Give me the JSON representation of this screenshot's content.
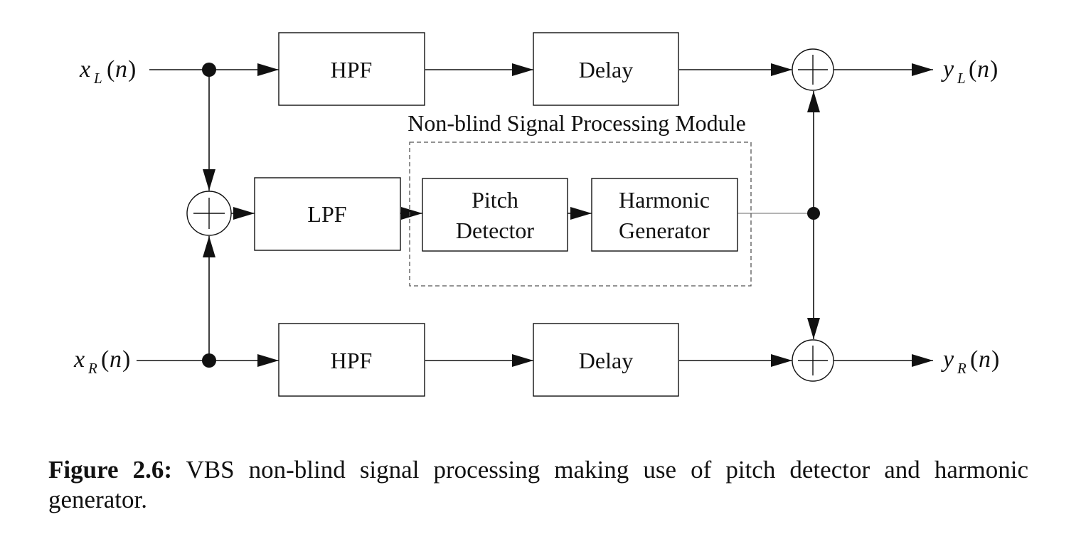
{
  "inputs": {
    "left": {
      "var": "x",
      "sub": "L",
      "arg": "n"
    },
    "right": {
      "var": "x",
      "sub": "R",
      "arg": "n"
    }
  },
  "outputs": {
    "left": {
      "var": "y",
      "sub": "L",
      "arg": "n"
    },
    "right": {
      "var": "y",
      "sub": "R",
      "arg": "n"
    }
  },
  "blocks": {
    "hpf_top": "HPF",
    "delay_top": "Delay",
    "lpf": "LPF",
    "pitch_detector": [
      "Pitch",
      "Detector"
    ],
    "harmonic_generator": [
      "Harmonic",
      "Generator"
    ],
    "hpf_bottom": "HPF",
    "delay_bottom": "Delay"
  },
  "module_title": "Non-blind Signal Processing Module",
  "caption": {
    "label": "Figure 2.6:",
    "text": " VBS non-blind signal processing making use of pitch detector and harmonic generator."
  }
}
